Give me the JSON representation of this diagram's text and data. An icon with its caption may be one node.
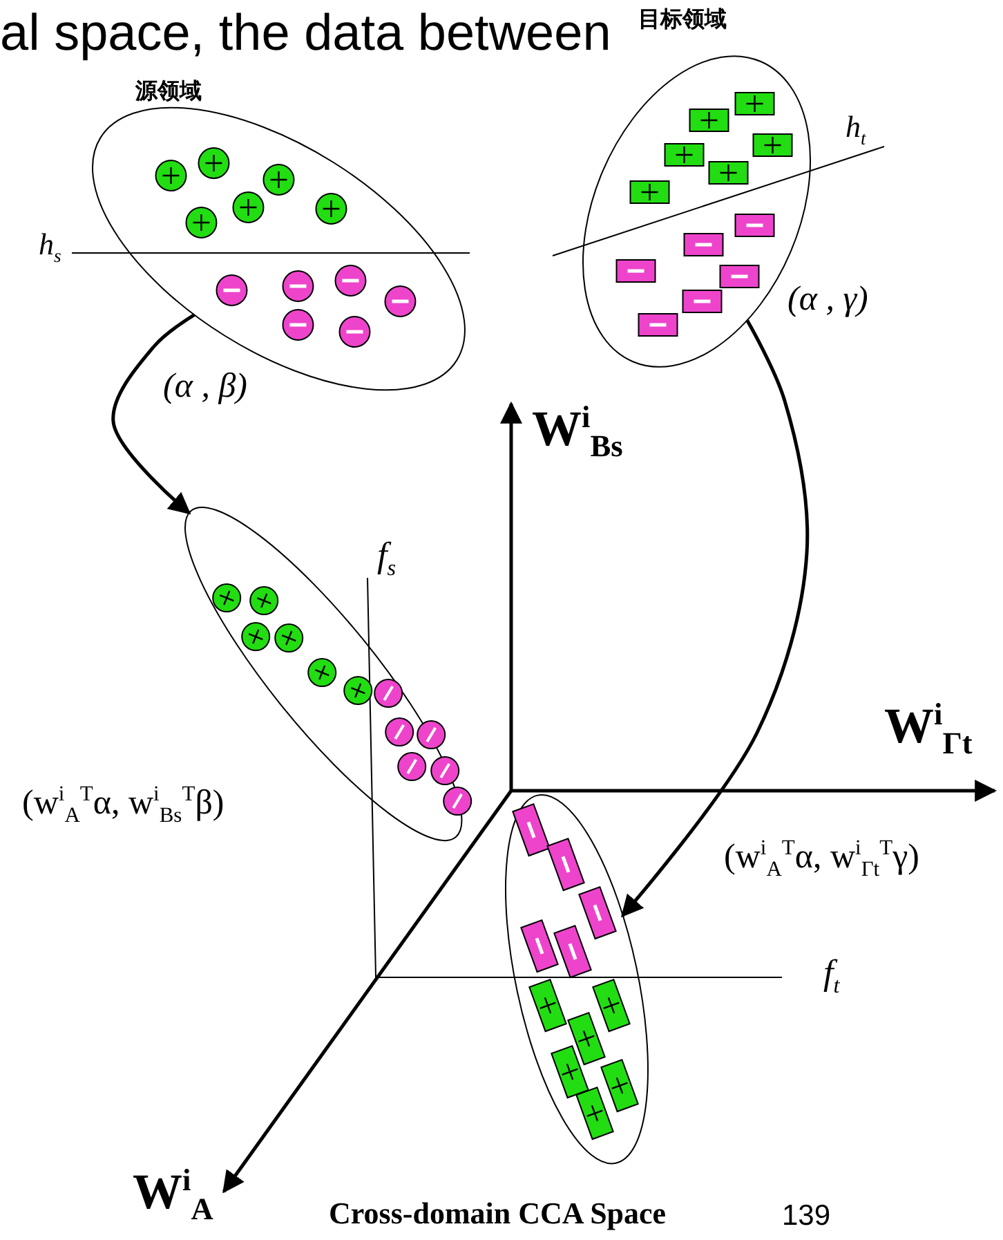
{
  "diagram": {
    "nodes": [
      {
        "text": [
          "源领域"
        ]
      },
      {
        "text": [
          "目标领域"
        ]
      },
      {
        "text": [],
        "shape": "ellipse"
      },
      {
        "text": [],
        "shape": "ellipse"
      }
    ],
    "edges": [
      {
        "from": 0,
        "to": 2,
        "arrow": "to"
      },
      {
        "from": 1,
        "to": 3,
        "arrow": "to"
      }
    ],
    "labels": [
      "al space, the data between",
      "h$_{t}$",
      "h$_{s}$",
      "(α , γ)",
      "(α , β)",
      "W$^{i}$$_{Bs}$",
      "f$_{s}$",
      "W$^{i}$$_{Γt}$",
      "(w$^{i}$$_{A}$$^{T}$α, w$^{i}$$_{Bs}$$^{T}$β)",
      "(w$^{i}$$_{A}$$^{T}$α, w$^{i}$$_{Γt}$$^{T}$γ)",
      "f$_{t}$",
      "W$^{i}$$_{A}$",
      "Cross-domain CCA Space",
      "139"
    ]
  }
}
